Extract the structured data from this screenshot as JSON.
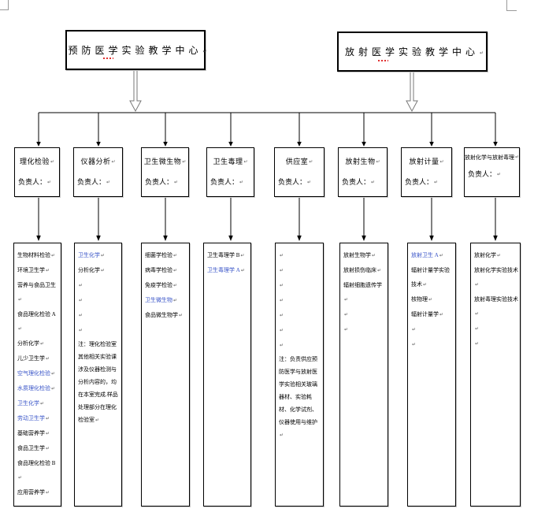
{
  "colors": {
    "link_blue": "#3a55c8",
    "line_black": "#000000",
    "hollow_arrow_gray": "#777777",
    "crop_mark_gray": "#9a9a9a"
  },
  "headers": [
    {
      "title": "预防医学实验教学中心"
    },
    {
      "title": "放射医学实验教学中心"
    }
  ],
  "departments": [
    {
      "title": "理化检验",
      "leader_label": "负责人：",
      "items": [
        {
          "t": "生物材料检验"
        },
        {
          "t": "环境卫生学"
        },
        {
          "t": "营养与食品卫生"
        },
        {
          "t": "食品理化检验 A"
        },
        {
          "t": "分析化学"
        },
        {
          "t": "儿少卫生学"
        },
        {
          "t": "空气理化检验",
          "blue": true
        },
        {
          "t": "水质理化检验",
          "blue": true
        },
        {
          "t": "卫生化学",
          "blue": true
        },
        {
          "t": "劳动卫生学",
          "blue": true
        },
        {
          "t": "基础营养学"
        },
        {
          "t": "食品卫生学"
        },
        {
          "t": "食品理化检验 B"
        },
        {
          "t": "应用营养学"
        },
        {
          "t": ""
        }
      ]
    },
    {
      "title": "仪器分析",
      "leader_label": "负责人：",
      "items": [
        {
          "t": "卫生化学",
          "blue": true
        },
        {
          "t": "分析化学"
        },
        {
          "t": ""
        },
        {
          "t": ""
        },
        {
          "t": ""
        },
        {
          "t": ""
        },
        {
          "t": "注：理化检验室其他相关实验课涉及仪器检测与分析内容的，均在本室完成.样品处理部分在理化检验室",
          "note": true
        }
      ]
    },
    {
      "title": "卫生微生物",
      "leader_label": "负责人：",
      "items": [
        {
          "t": "细菌学检验"
        },
        {
          "t": "病毒学检验"
        },
        {
          "t": "免疫学检验"
        },
        {
          "t": "卫生微生物",
          "blue": true
        },
        {
          "t": "食品微生物学"
        }
      ]
    },
    {
      "title": "卫生毒理",
      "leader_label": "负责人：",
      "items": [
        {
          "t": "卫生毒理学 B"
        },
        {
          "t": "卫生毒理学 A",
          "blue": true
        }
      ]
    },
    {
      "title": "供应室",
      "leader_label": "负责人：",
      "items": [
        {
          "t": ""
        },
        {
          "t": ""
        },
        {
          "t": ""
        },
        {
          "t": ""
        },
        {
          "t": ""
        },
        {
          "t": ""
        },
        {
          "t": ""
        },
        {
          "t": "注：负责供应预防医学与放射医学实验相关玻璃器材、实验耗材、化学试剂、仪器使用与维护",
          "note": true
        }
      ]
    },
    {
      "title": "放射生物",
      "leader_label": "负责人：",
      "items": [
        {
          "t": "放射生物学"
        },
        {
          "t": "放射损伤临床"
        },
        {
          "t": "辐射细胞遗传学"
        },
        {
          "t": ""
        },
        {
          "t": ""
        }
      ]
    },
    {
      "title": "放射计量",
      "leader_label": "负责人：",
      "items": [
        {
          "t": "放射卫生 A",
          "blue": true
        },
        {
          "t": "辐射计量学实验技术"
        },
        {
          "t": "核物理"
        },
        {
          "t": "辐射计量学"
        },
        {
          "t": ""
        },
        {
          "t": ""
        }
      ]
    },
    {
      "title": "放射化学与放射毒理",
      "leader_label": "负责人：",
      "items": [
        {
          "t": "放射化学"
        },
        {
          "t": "放射化学实验技术"
        },
        {
          "t": "放射毒理实验技术"
        },
        {
          "t": ""
        },
        {
          "t": ""
        }
      ]
    }
  ]
}
